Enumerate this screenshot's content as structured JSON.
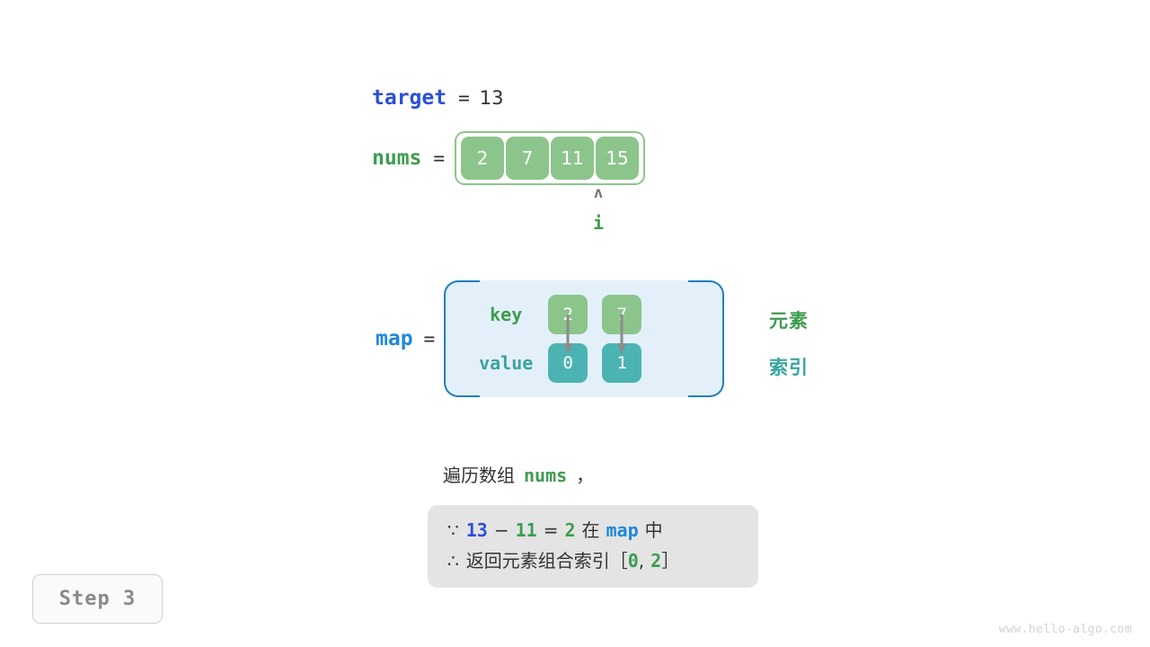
{
  "target": {
    "name": "target",
    "equals": "=",
    "value": "13"
  },
  "nums": {
    "name": "nums",
    "equals": "=",
    "cells": [
      "2",
      "7",
      "11",
      "15"
    ],
    "pointer": {
      "caret": "ʌ",
      "label": "i",
      "index": 2
    }
  },
  "map": {
    "name": "map",
    "equals": "=",
    "row_labels": {
      "key": "key",
      "value": "value"
    },
    "entries": [
      {
        "key": "2",
        "value": "0"
      },
      {
        "key": "7",
        "value": "1"
      }
    ],
    "legend": {
      "element": "元素",
      "index": "索引"
    }
  },
  "caption": {
    "prefix": "遍历数组",
    "code": "nums",
    "suffix": "，"
  },
  "note": {
    "line1": {
      "symbol": "∵",
      "a": "13",
      "minus": "−",
      "b": "11",
      "eq": "=",
      "c": "2",
      "zai": "在",
      "map": "map",
      "zhong": "中"
    },
    "line2": {
      "symbol": "∴",
      "text": "返回元素组合索引",
      "bracket_open": "［",
      "idx1": "0",
      "comma": ",",
      "idx2": "2",
      "bracket_close": "］"
    }
  },
  "step_badge": "Step 3",
  "watermark": "www.hello-algo.com",
  "colors": {
    "target_blue": "#2b4fd8",
    "map_blue": "#1e88d8",
    "green": "#3e9c4e",
    "cell_green": "#8cc58c",
    "teal": "#4cb3b3",
    "teal_text": "#3aa39e",
    "map_bg": "#e3f0fa",
    "map_border": "#1f7fc4",
    "note_bg": "#e4e4e4",
    "arrow_gray": "#8c8c8c"
  }
}
